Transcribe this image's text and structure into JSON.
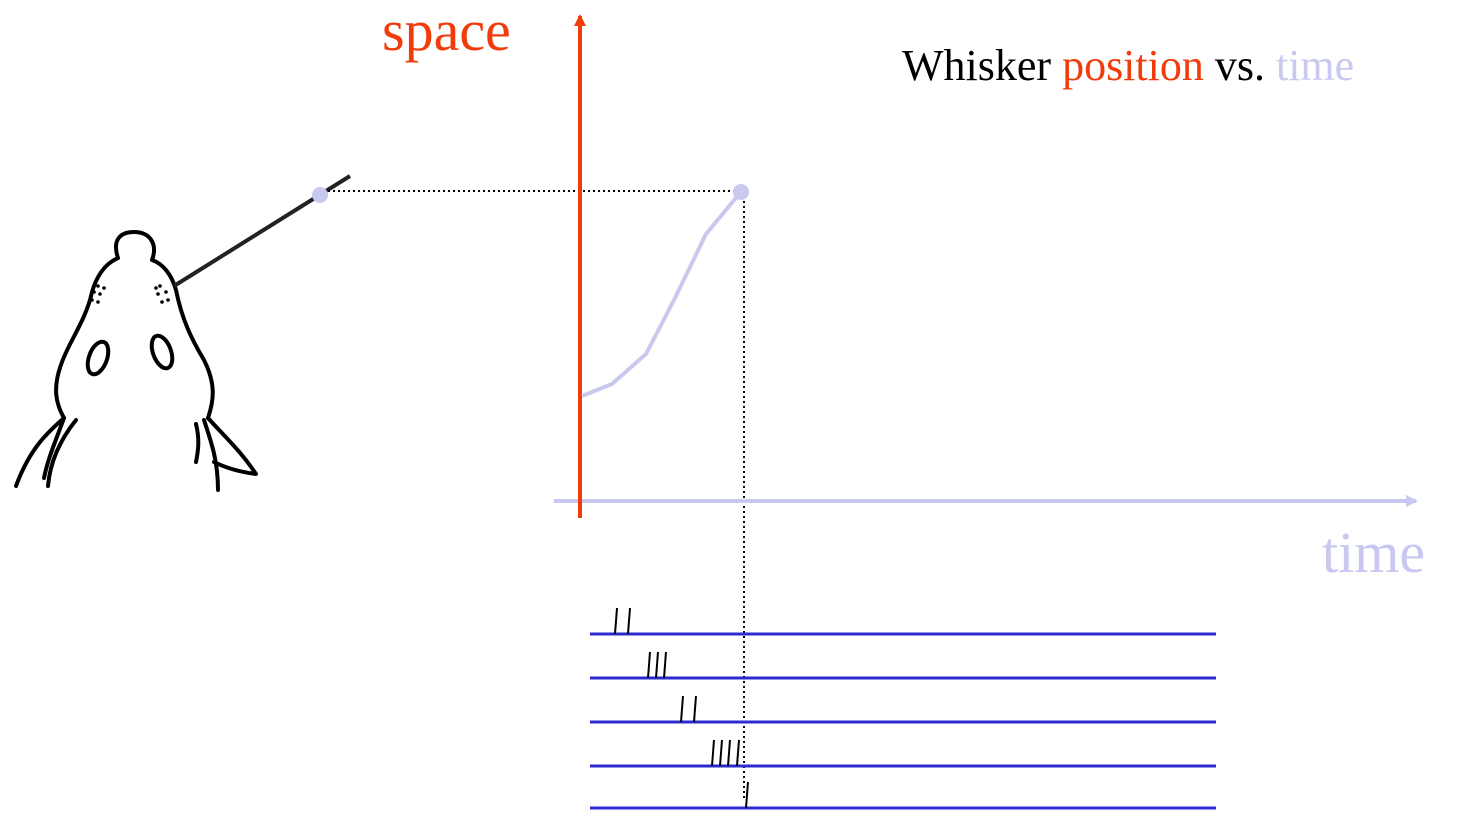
{
  "title": {
    "part1": "Whisker ",
    "part2": "position",
    "part3": " vs. ",
    "part4": "time"
  },
  "axes": {
    "y_label": "space",
    "x_label": "time"
  },
  "colors": {
    "space": "#f03c0a",
    "time": "#c8c8f0",
    "raster": "#2a2ad0",
    "ink": "#000000"
  },
  "raster": {
    "spikes_per_row": [
      2,
      3,
      2,
      4,
      1
    ]
  }
}
